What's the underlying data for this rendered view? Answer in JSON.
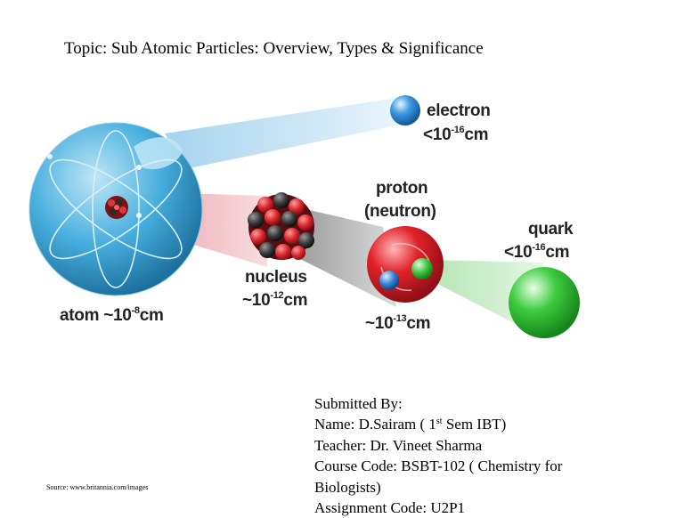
{
  "slide": {
    "title": "Topic: Sub Atomic Particles: Overview, Types & Significance",
    "source": "Source: www.britannia.com/images"
  },
  "diagram": {
    "atom": {
      "name": "atom",
      "size_prefix": "~10",
      "size_exp": "-8",
      "size_unit": "cm"
    },
    "electron": {
      "name": "electron",
      "size_prefix": "<10",
      "size_exp": "-16",
      "size_unit": "cm"
    },
    "nucleus": {
      "name": "nucleus",
      "size_prefix": "~10",
      "size_exp": "-12",
      "size_unit": "cm"
    },
    "proton": {
      "name": "proton",
      "subname": "(neutron)",
      "size_prefix": "~10",
      "size_exp": "-13",
      "size_unit": "cm"
    },
    "quark": {
      "name": "quark",
      "size_prefix": "<10",
      "size_exp": "-16",
      "size_unit": "cm"
    },
    "colors": {
      "atom": "#3fa6d6",
      "electron": "#2e8fd6",
      "nucleus_red": "#d9262e",
      "nucleus_dark": "#333333",
      "proton": "#d81e24",
      "quark": "#3cc43c",
      "beam_blue": "#cfe6f4",
      "beam_red": "#f0c4c8",
      "beam_gray": "#bdbdbd",
      "beam_green": "#c8ebc8"
    }
  },
  "submission": {
    "heading": "Submitted By:",
    "name_prefix": "Name: D.Sairam ( 1",
    "name_sup": "st",
    "name_suffix": " Sem IBT)",
    "teacher": "Teacher: Dr. Vineet Sharma",
    "course_line1": "Course Code: BSBT-102 ( Chemistry for",
    "course_line2": "Biologists)",
    "assignment": "Assignment Code: U2P1"
  }
}
